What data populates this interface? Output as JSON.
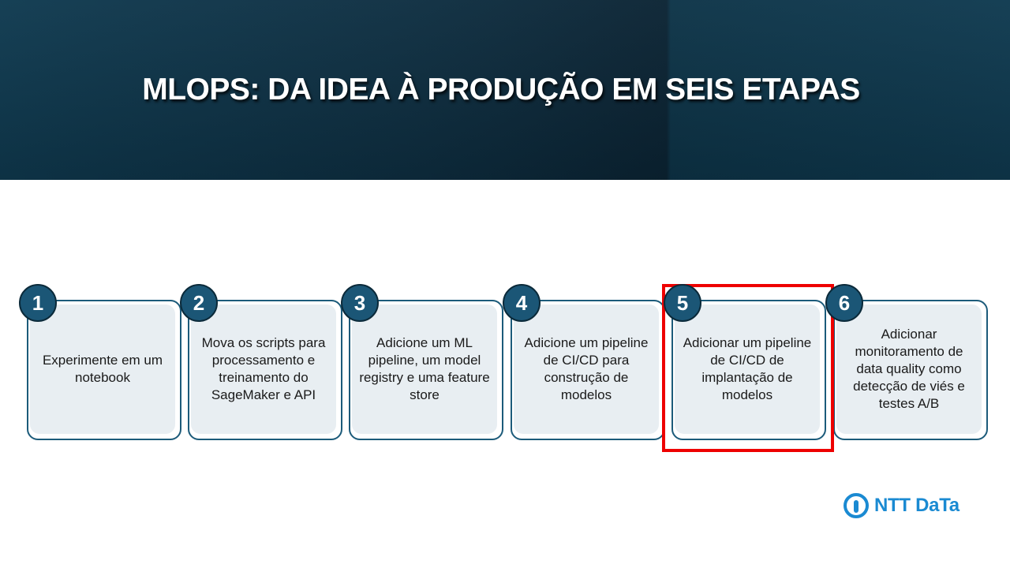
{
  "title": "MLOPS: DA IDEA À PRODUÇÃO EM SEIS ETAPAS",
  "steps": [
    {
      "number": "1",
      "text": "Experimente em um notebook"
    },
    {
      "number": "2",
      "text": "Mova os scripts para processamento e treinamento do SageMaker e API"
    },
    {
      "number": "3",
      "text": "Adicione um ML pipeline, um model registry e uma feature store"
    },
    {
      "number": "4",
      "text": "Adicione um pipeline de CI/CD para construção de modelos"
    },
    {
      "number": "5",
      "text": "Adicionar um pipeline de CI/CD de implantação de modelos"
    },
    {
      "number": "6",
      "text": "Adicionar monitoramento de data quality como detecção de viés e testes A/B"
    }
  ],
  "highlighted_step": "5",
  "logo": {
    "text": "NTT DaTa",
    "icon": "ntt-data-logo-icon"
  },
  "colors": {
    "banner": "#0f3a50",
    "accent": "#1b5676",
    "card": "#e8eef2",
    "highlight": "#ee0000",
    "logo": "#1a8ad2"
  }
}
